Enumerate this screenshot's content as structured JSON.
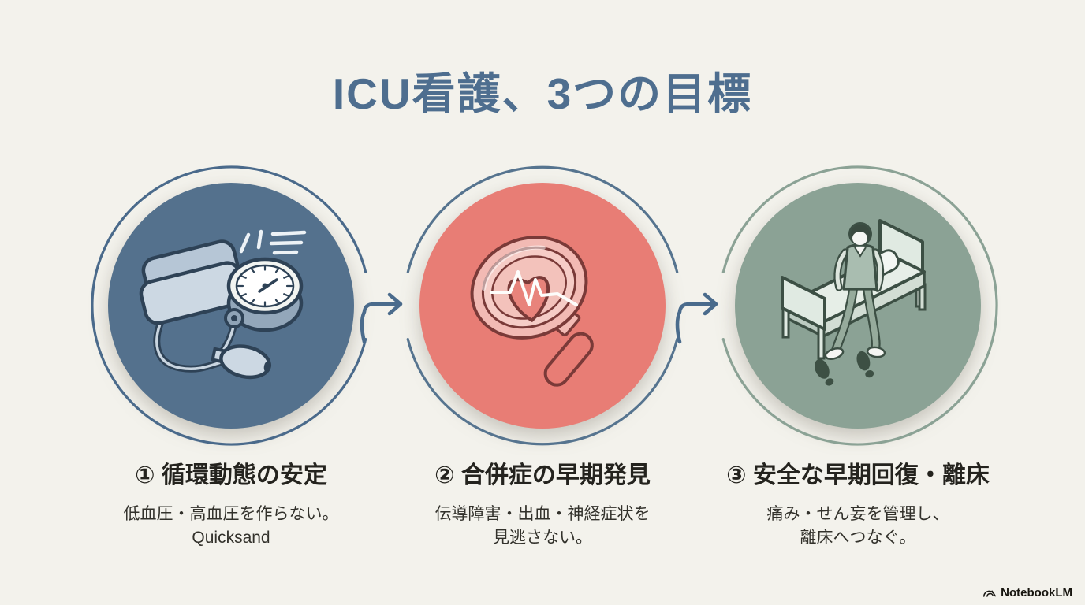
{
  "title": "ICU看護、3つの目標",
  "colors": {
    "background": "#f3f2ec",
    "title": "#4e6e8f",
    "arrow": "#4a6b8c",
    "heading_text": "#24231e",
    "sub_text": "#32312b",
    "step1_fill": "#54718d",
    "step1_ring": "#4a6a8b",
    "step2_fill": "#e87d75",
    "step2_ring": "#56748f",
    "step3_fill": "#8ba295",
    "step3_ring": "#8ba295"
  },
  "steps": [
    {
      "heading": "① 循環動態の安定",
      "sub_lines": [
        "低血圧・高血圧を作らない。",
        "Quicksand"
      ],
      "icon": "blood-pressure-monitor-icon"
    },
    {
      "heading": "② 合併症の早期発見",
      "sub_lines": [
        "伝導障害・出血・神経症状を",
        "見逃さない。"
      ],
      "icon": "magnifier-heart-ecg-icon"
    },
    {
      "heading": "③ 安全な早期回復・離床",
      "sub_lines": [
        "痛み・せん妄を管理し、",
        "離床へつなぐ。"
      ],
      "icon": "walking-from-bed-icon"
    }
  ],
  "footer": {
    "brand": "NotebookLM"
  }
}
